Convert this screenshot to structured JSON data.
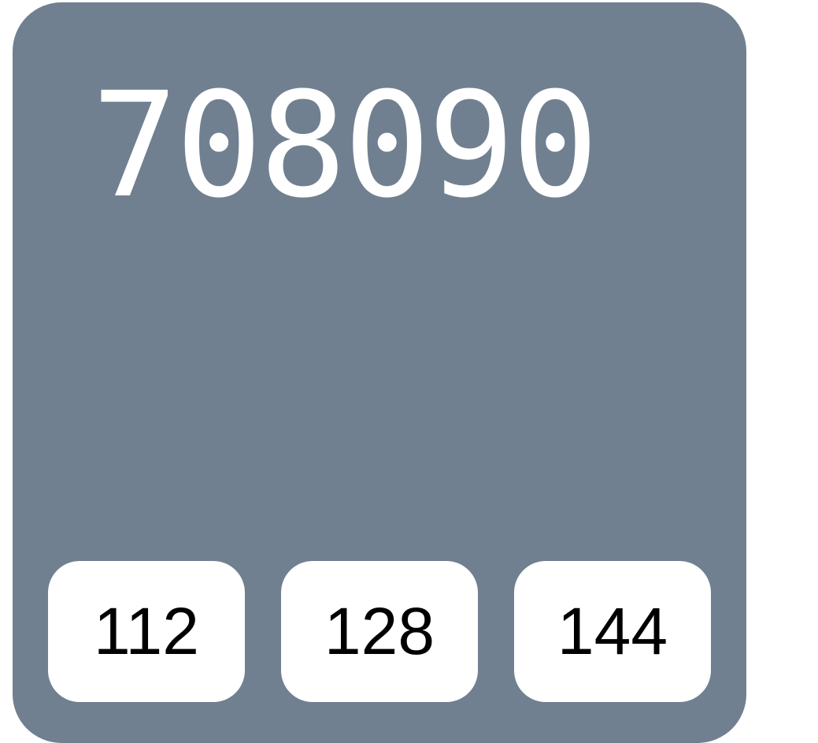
{
  "swatch": {
    "hex": "708090",
    "color": "#708090",
    "text_color": "#ffffff",
    "channels": {
      "r": "112",
      "g": "128",
      "b": "144"
    }
  }
}
